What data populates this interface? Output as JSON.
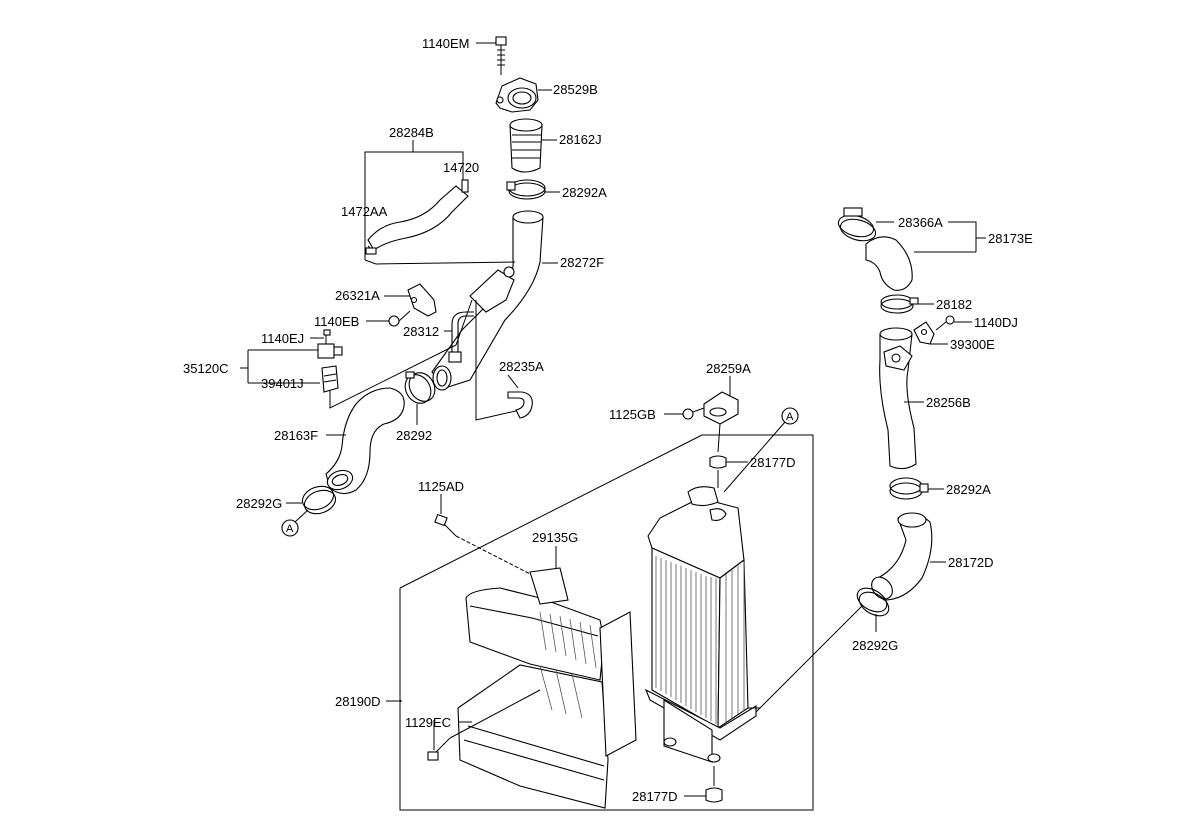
{
  "callouts": {
    "c1140EM": "1140EM",
    "c28529B": "28529B",
    "c28162J": "28162J",
    "c28284B": "28284B",
    "c14720": "14720",
    "c28292A_top": "28292A",
    "c1472AA": "1472AA",
    "c28272F": "28272F",
    "c26321A": "26321A",
    "c1140EB": "1140EB",
    "c28312": "28312",
    "c1140EJ": "1140EJ",
    "c35120C": "35120C",
    "c39401J": "39401J",
    "c28235A": "28235A",
    "c28163F": "28163F",
    "c28292": "28292",
    "c28292G_left": "28292G",
    "c1125AD": "1125AD",
    "c29135G": "29135G",
    "c28259A": "28259A",
    "c1125GB": "1125GB",
    "c28177D_top": "28177D",
    "c28190D": "28190D",
    "c1129EC": "1129EC",
    "c28177D_bottom": "28177D",
    "c28366A": "28366A",
    "c28173E": "28173E",
    "c28182": "28182",
    "c1140DJ": "1140DJ",
    "c39300E": "39300E",
    "c28256B": "28256B",
    "c28292A_right": "28292A",
    "c28172D": "28172D",
    "c28292G_right": "28292G"
  },
  "refs": {
    "ref_a_left": "A",
    "ref_a_right": "A"
  }
}
